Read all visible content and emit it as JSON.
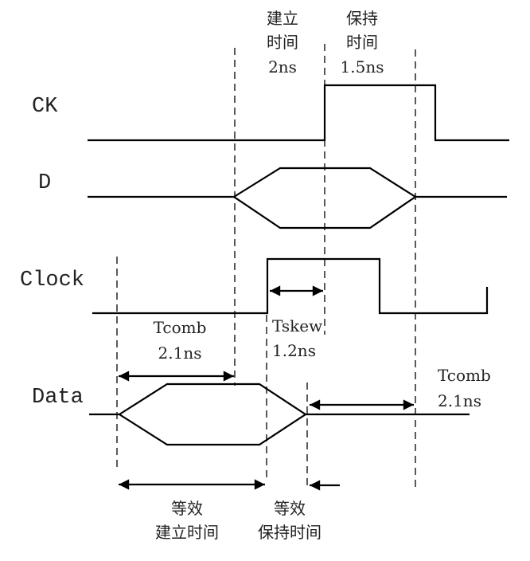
{
  "signals": {
    "ck": "CK",
    "d": "D",
    "clock": "Clock",
    "data": "Data"
  },
  "annotations": {
    "setup_top": {
      "line1": "建立",
      "line2": "时间",
      "value": "2ns"
    },
    "hold_top": {
      "line1": "保持",
      "line2": "时间",
      "value": "1.5ns"
    },
    "tcomb_left": {
      "label": "Tcomb",
      "value": "2.1ns"
    },
    "tskew": {
      "label": "Tskew",
      "value": "1.2ns"
    },
    "tcomb_right": {
      "label": "Tcomb",
      "value": "2.1ns"
    },
    "eq_setup": {
      "line1": "等效",
      "line2": "建立时间"
    },
    "eq_hold": {
      "line1": "等效",
      "line2": "保持时间"
    }
  }
}
